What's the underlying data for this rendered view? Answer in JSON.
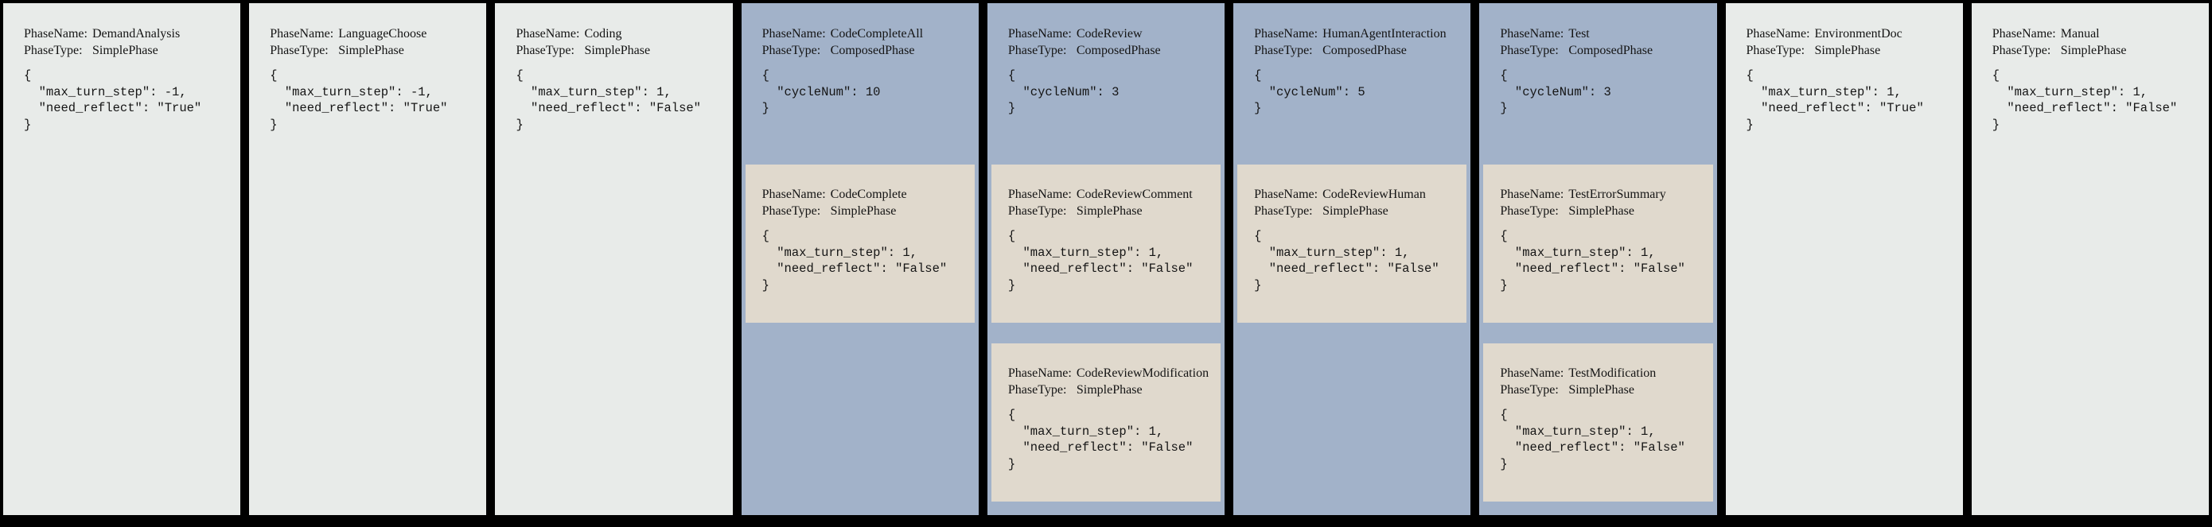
{
  "labels": {
    "phase_name": "PhaseName:",
    "phase_type": "PhaseType:"
  },
  "colors": {
    "background": "#000000",
    "simple_phase_bg": "#e8ebe9",
    "composed_phase_bg": "#a2b2c9",
    "inner_simple_phase_bg": "#e0d9cd",
    "text": "#141414"
  },
  "phases": [
    {
      "name": "DemandAnalysis",
      "type": "SimplePhase",
      "config": [
        "{",
        "  \"max_turn_step\": -1,",
        "  \"need_reflect\": \"True\"",
        "}"
      ],
      "children": []
    },
    {
      "name": "LanguageChoose",
      "type": "SimplePhase",
      "config": [
        "{",
        "  \"max_turn_step\": -1,",
        "  \"need_reflect\": \"True\"",
        "}"
      ],
      "children": []
    },
    {
      "name": "Coding",
      "type": "SimplePhase",
      "config": [
        "{",
        "  \"max_turn_step\": 1,",
        "  \"need_reflect\": \"False\"",
        "}"
      ],
      "children": []
    },
    {
      "name": "CodeCompleteAll",
      "type": "ComposedPhase",
      "config": [
        "{",
        "  \"cycleNum\": 10",
        "}"
      ],
      "children": [
        {
          "name": "CodeComplete",
          "type": "SimplePhase",
          "config": [
            "{",
            "  \"max_turn_step\": 1,",
            "  \"need_reflect\": \"False\"",
            "}"
          ]
        }
      ]
    },
    {
      "name": "CodeReview",
      "type": "ComposedPhase",
      "config": [
        "{",
        "  \"cycleNum\": 3",
        "}"
      ],
      "children": [
        {
          "name": "CodeReviewComment",
          "type": "SimplePhase",
          "config": [
            "{",
            "  \"max_turn_step\": 1,",
            "  \"need_reflect\": \"False\"",
            "}"
          ]
        },
        {
          "name": "CodeReviewModification",
          "type": "SimplePhase",
          "config": [
            "{",
            "  \"max_turn_step\": 1,",
            "  \"need_reflect\": \"False\"",
            "}"
          ]
        }
      ]
    },
    {
      "name": "HumanAgentInteraction",
      "type": "ComposedPhase",
      "config": [
        "{",
        "  \"cycleNum\": 5",
        "}"
      ],
      "children": [
        {
          "name": "CodeReviewHuman",
          "type": "SimplePhase",
          "config": [
            "{",
            "  \"max_turn_step\": 1,",
            "  \"need_reflect\": \"False\"",
            "}"
          ]
        }
      ]
    },
    {
      "name": "Test",
      "type": "ComposedPhase",
      "config": [
        "{",
        "  \"cycleNum\": 3",
        "}"
      ],
      "children": [
        {
          "name": "TestErrorSummary",
          "type": "SimplePhase",
          "config": [
            "{",
            "  \"max_turn_step\": 1,",
            "  \"need_reflect\": \"False\"",
            "}"
          ]
        },
        {
          "name": "TestModification",
          "type": "SimplePhase",
          "config": [
            "{",
            "  \"max_turn_step\": 1,",
            "  \"need_reflect\": \"False\"",
            "}"
          ]
        }
      ]
    },
    {
      "name": "EnvironmentDoc",
      "type": "SimplePhase",
      "config": [
        "{",
        "  \"max_turn_step\": 1,",
        "  \"need_reflect\": \"True\"",
        "}"
      ],
      "children": []
    },
    {
      "name": "Manual",
      "type": "SimplePhase",
      "config": [
        "{",
        "  \"max_turn_step\": 1,",
        "  \"need_reflect\": \"False\"",
        "}"
      ],
      "children": []
    }
  ]
}
